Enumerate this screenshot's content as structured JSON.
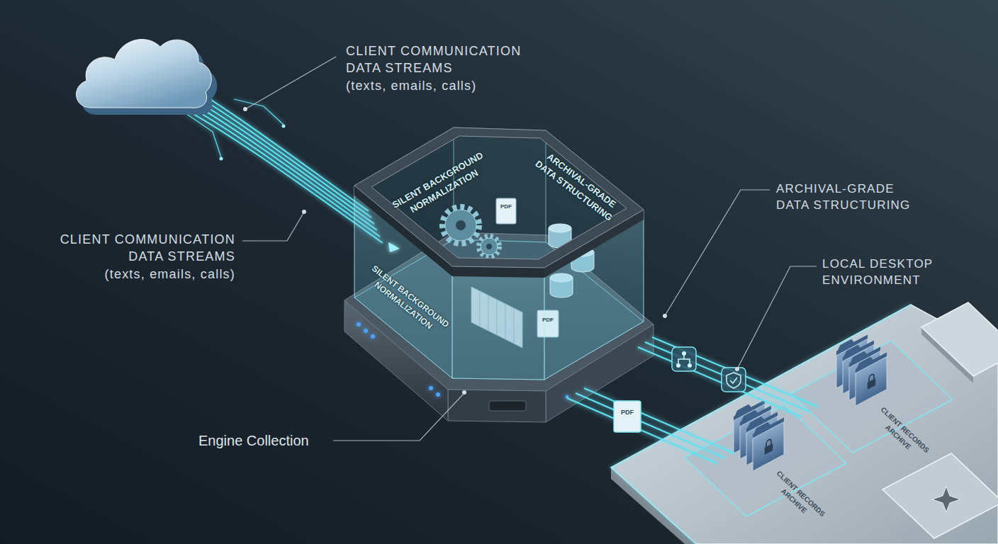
{
  "diagram": {
    "labels": [
      "CLIENT COMMUNICATION DATA STREAMS (texts, emails, calls)",
      "CLIENT COMMUNICATION DATA STREAMS (texts, emails, calls)",
      "SILENT BACKGROUND NORMALIZATION",
      "ARCHIVAL-GRADE DATA STRUCTURING",
      "SILENT BACKGROUND NORMALIZATION",
      "PDF",
      "PDF",
      "ARCHIVAL-GRADE DATA STRUCTURING",
      "LOCAL DESKTOP ENVIRONMENT",
      "Engine Collection",
      "PDF",
      "CLIENT RECORDS ARCHIVE",
      "CLIENT RECORDS ARCHIVE"
    ]
  }
}
